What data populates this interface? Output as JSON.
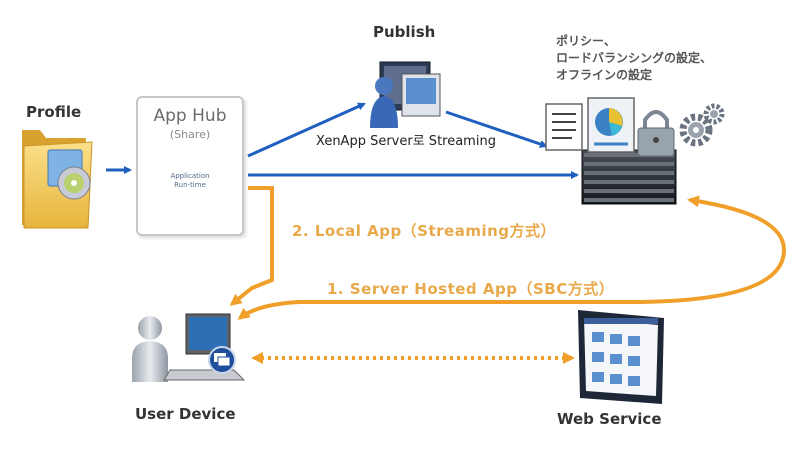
{
  "labels": {
    "profile": "Profile",
    "publish": "Publish",
    "user_device": "User Device",
    "web_service": "Web Service",
    "policy": [
      "ポリシー、",
      "ロードバランシングの設定、",
      "オフラインの設定"
    ]
  },
  "app_hub": {
    "title": "App Hub",
    "subtitle": "(Share)",
    "disc_label_1": "Application",
    "disc_label_2": "Run-time"
  },
  "flows": {
    "xenapp": "XenApp Server로 Streaming",
    "local_app": "2. Local App（Streaming方式）",
    "server_hosted": "1. Server Hosted App（SBC方式）"
  },
  "colors": {
    "blue_arrow": "#1f5fbf",
    "orange_arrow": "#f0a02a",
    "label_orange": "#e8a94a"
  },
  "icons": [
    "folder-icon",
    "publisher-icon",
    "server-rack-icon",
    "lock-icon",
    "gear-icon",
    "user-device-icon",
    "web-service-icon"
  ]
}
